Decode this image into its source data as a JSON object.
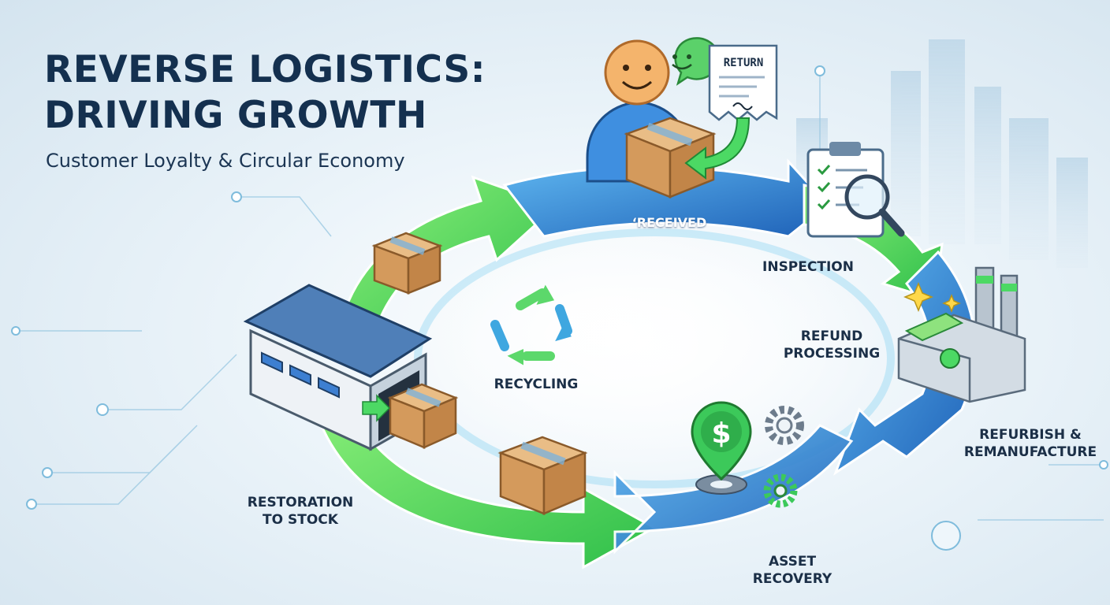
{
  "header": {
    "title_line1": "REVERSE LOGISTICS:",
    "title_line2": "DRIVING GROWTH",
    "subtitle": "Customer Loyalty & Circular Economy"
  },
  "stages": {
    "received": "‘RECEIVED",
    "inspection": "INSPECTION",
    "refund_processing": "REFUND\nPROCESSING",
    "refurbish": "REFURBISH &\nREMANUFACTURE",
    "asset_recovery": "ASSET\nRECOVERY",
    "restoration": "RESTORATION\nTO STOCK",
    "recycling": "RECYCLING"
  },
  "receipt": {
    "label": "RETURN"
  },
  "icons": {
    "customer": "customer-icon",
    "chat": "chat-icon",
    "receipt": "return-receipt-icon",
    "clipboard": "checklist-clipboard-icon",
    "magnifier": "magnifying-glass-icon",
    "factory": "factory-icon",
    "money": "dollar-pin-icon",
    "gears": "gears-icon",
    "warehouse": "warehouse-icon",
    "recycle": "recycle-icon",
    "boxes": "cardboard-box-icon"
  },
  "colors": {
    "title": "#14304f",
    "green_arrow": "#4cd964",
    "blue_arrow": "#2f86d6",
    "box": "#d7a46c",
    "text": "#1b2f47"
  }
}
